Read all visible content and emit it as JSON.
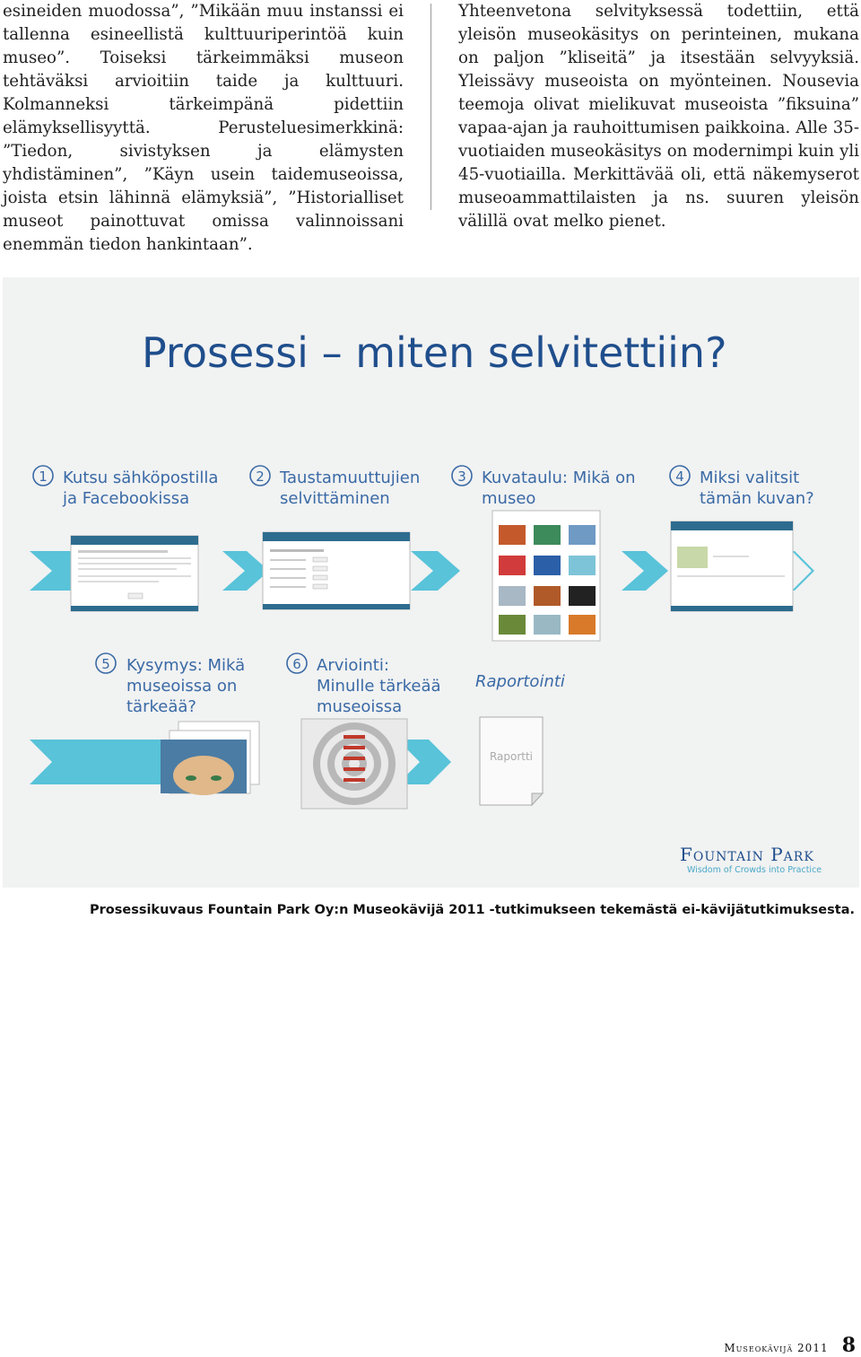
{
  "article": {
    "left_paragraph": "esineiden muodossa”, ”Mikään muu instanssi ei tallenna esineellistä kulttuuriperintöä kuin museo”. Toiseksi tärkeimmäksi museon tehtäväksi arvioitiin taide ja kulttuuri. Kolmanneksi tärkeimpänä pidettiin elämyksellisyyttä. Perusteluesimerkkinä: ”Tiedon, sivistyksen ja elämysten yhdistäminen”, ”Käyn usein taidemuseoissa, joista etsin lähinnä elämyksiä”, ”Historialliset museot painottuvat omissa valinnoissani enemmän tiedon hankintaan”.",
    "right_paragraph": "Yhteenvetona selvityksessä todettiin, että yleisön museokäsitys on perinteinen, mukana on paljon ”kliseitä” ja itsestään selvyyksiä. Yleissävy museoista on myönteinen. Nousevia teemoja olivat mielikuvat museoista ”fiksuina” vapaa-ajan ja rauhoittumisen paikkoina. Alle 35-vuotiaiden museokäsitys on modernimpi kuin yli 45-vuotiailla. Merkittävää oli, että näkemyserot museoammattilaisten ja ns. suuren yleisön välillä ovat melko pienet."
  },
  "figure": {
    "title": "Prosessi – miten selvitettiin?",
    "steps": [
      {
        "number": "1",
        "line1": "Kutsu sähköpostilla",
        "line2": "ja Facebookissa"
      },
      {
        "number": "2",
        "line1": "Taustamuuttujien",
        "line2": "selvittäminen"
      },
      {
        "number": "3",
        "line1": "Kuvataulu: Mikä on",
        "line2": "museo"
      },
      {
        "number": "4",
        "line1": "Miksi valitsit",
        "line2": "tämän kuvan?"
      },
      {
        "number": "5",
        "line1": "Kysymys: Mikä",
        "line2": "museoissa on",
        "line3": "tärkeää?"
      },
      {
        "number": "6",
        "line1": "Arviointi:",
        "line2": "Minulle tärkeää",
        "line3": "museoissa"
      }
    ],
    "report_label": "Raportointi",
    "report_page_text": "Raportti",
    "logo": {
      "name": "Fountain Park",
      "tagline": "Wisdom of Crowds into Practice"
    },
    "colors": {
      "title": "#1f4e8c",
      "step_text": "#3a6aa6",
      "arrow": "#58c3d9",
      "background": "#f1f2f2"
    }
  },
  "caption": "Prosessikuvaus Fountain Park Oy:n Museokävijä 2011 -tutkimukseen tekemästä ei-kävijätutkimuksesta.",
  "footer": {
    "publication": "Museokävijä 2011",
    "page_number": "8"
  }
}
